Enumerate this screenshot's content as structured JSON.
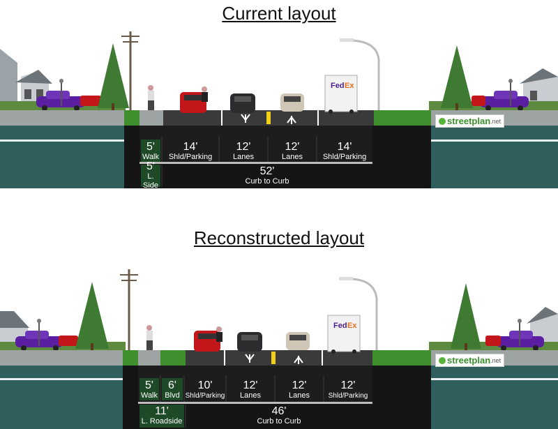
{
  "current": {
    "title": "Current layout",
    "walk": {
      "width": "5'",
      "label": "Walk"
    },
    "segments": [
      {
        "width": "14'",
        "label": "Shld/Parking"
      },
      {
        "width": "12'",
        "label": "Lanes"
      },
      {
        "width": "12'",
        "label": "Lanes"
      },
      {
        "width": "14'",
        "label": "Shld/Parking"
      }
    ],
    "side": {
      "width": "5'",
      "label": "L. Side"
    },
    "total": {
      "width": "52'",
      "label": "Curb to Curb"
    }
  },
  "reconstructed": {
    "title": "Reconstructed layout",
    "walk": {
      "width": "5'",
      "label": "Walk"
    },
    "blvd": {
      "width": "6'",
      "label": "Blvd"
    },
    "segments": [
      {
        "width": "10'",
        "label": "Shld/Parking"
      },
      {
        "width": "12'",
        "label": "Lanes"
      },
      {
        "width": "12'",
        "label": "Lanes"
      },
      {
        "width": "12'",
        "label": "Shld/Parking"
      }
    ],
    "side": {
      "width": "11'",
      "label": "L. Roadside"
    },
    "total": {
      "width": "46'",
      "label": "Curb to Curb"
    }
  },
  "logo": {
    "text": "streetplan",
    "suffix": ".net"
  },
  "truck_brand": {
    "fed": "Fed",
    "ex": "Ex"
  },
  "colors": {
    "asphalt": "#1d1d1d",
    "water": "#2f5f5c",
    "grass": "#3f8f2e",
    "fed": "#4a1e8a",
    "ex": "#e8701a",
    "car_red": "#c2161b",
    "car_purple": "#5a1fa0"
  }
}
